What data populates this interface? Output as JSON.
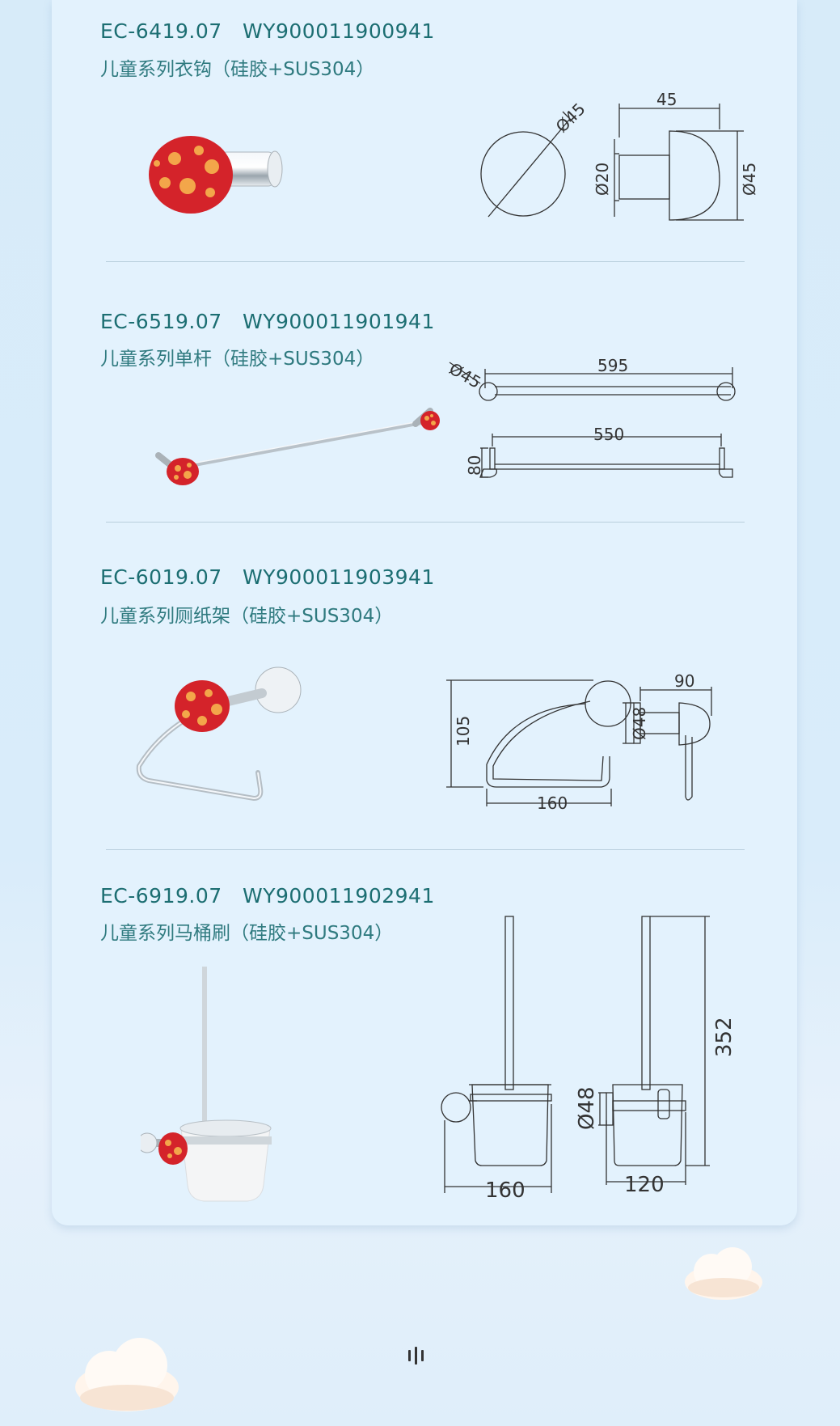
{
  "products": [
    {
      "code": "EC-6419.07   WY900011900941",
      "name": "儿童系列衣钩（硅胶+SUS304）",
      "dims": {
        "diameter_front": "Ø45",
        "width": "45",
        "base": "Ø20",
        "height": "Ø45"
      }
    },
    {
      "code": "EC-6519.07   WY900011901941",
      "name": "儿童系列单杆（硅胶+SUS304）",
      "dims": {
        "diameter": "Ø45",
        "length": "595",
        "inner": "550",
        "depth": "80"
      }
    },
    {
      "code": "EC-6019.07   WY900011903941",
      "name": "儿童系列厕纸架（硅胶+SUS304）",
      "dims": {
        "height": "105",
        "width": "160",
        "base": "Ø48",
        "depth": "90"
      }
    },
    {
      "code": "EC-6919.07   WY900011902941",
      "name": "儿童系列马桶刷（硅胶+SUS304）",
      "dims": {
        "width": "160",
        "base": "Ø48",
        "depth": "120",
        "height": "352"
      }
    }
  ],
  "colors": {
    "accent": "#1c6e72",
    "knob_red": "#d4232a",
    "knob_dot": "#f3a64a"
  }
}
